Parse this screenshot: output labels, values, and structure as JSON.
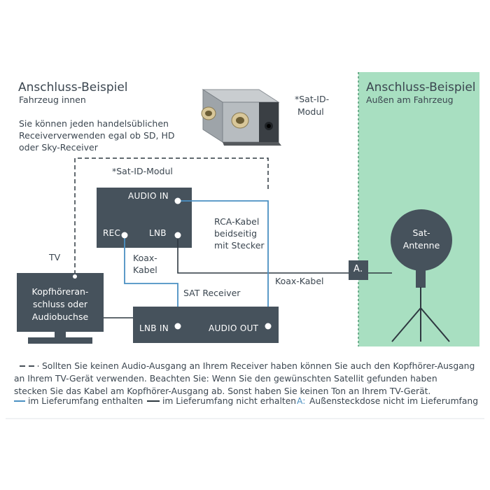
{
  "colors": {
    "dark_box": "#46525c",
    "cable_blue": "#4a90c2",
    "outside_panel": "#a8dfc1",
    "text": "#3b4650",
    "background": "#ffffff"
  },
  "left_panel": {
    "title": "Anschluss-Beispiel",
    "subtitle": "Fahrzeug innen",
    "intro_line1": "Sie können jeden handelsüblichen",
    "intro_line2": "Receiververwenden egal ob SD, HD",
    "intro_line3": "oder Sky-Receiver"
  },
  "right_panel": {
    "title": "Anschluss-Beispiel",
    "subtitle": "Außen am Fahrzeug"
  },
  "photo_caption": {
    "line1": "*Sat-ID-",
    "line2": "Modul"
  },
  "sat_id_box": {
    "caption": "*Sat-ID-Modul",
    "audio_in": "AUDIO IN",
    "rec": "REC",
    "lnb": "LNB"
  },
  "cable_labels": {
    "rca_line1": "RCA-Kabel",
    "rca_line2": "beidseitig",
    "rca_line3": "mit Stecker",
    "koax_short_line1": "Koax-",
    "koax_short_line2": "Kabel",
    "koax_long": "Koax-Kabel"
  },
  "tv": {
    "label": "TV",
    "line1": "Kopfhöreran-",
    "line2": "schluss oder",
    "line3": "Audiobuchse"
  },
  "receiver": {
    "label": "SAT Receiver",
    "lnb_in": "LNB IN",
    "audio_out": "AUDIO OUT"
  },
  "socket": {
    "label": "A."
  },
  "antenna": {
    "line1": "Sat-",
    "line2": "Antenne"
  },
  "legend": {
    "dash_symbol": "– –",
    "note_line1": "Sollten Sie keinen Audio-Ausgang an Ihrem Receiver haben können Sie auch den Kopfhörer-Ausgang",
    "note_line2": "an Ihrem TV-Gerät verwenden. Beachten Sie: Wenn Sie den gewünschten Satellit gefunden haben",
    "note_line3": "stecken Sie das Kabel am Kopfhörer-Ausgang ab. Sonst haben Sie keinen Ton an Ihrem TV-Gerät.",
    "blue_symbol": "—",
    "blue_text": "im Lieferumfang enthalten",
    "dark_symbol": "—",
    "dark_text": "im Lieferumfang nicht erhalten",
    "a_symbol": "A:",
    "a_text": "Außensteckdose nicht im Lieferumfang"
  }
}
